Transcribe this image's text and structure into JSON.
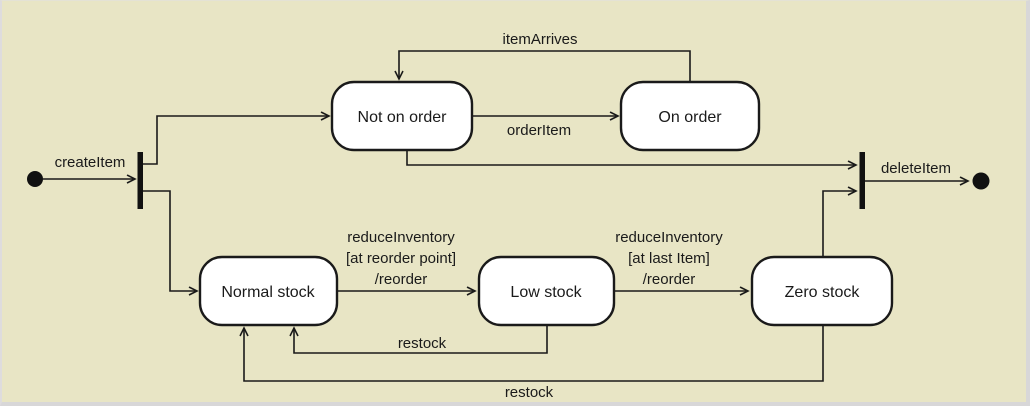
{
  "figure": {
    "kind": "uml-state-machine-diagram",
    "colors": {
      "background": "#e8e5c5",
      "line": "#1a1a1a",
      "state_fill": "#ffffff",
      "frame_edge": "#d8d7d8"
    }
  },
  "states": {
    "not_on_order": {
      "label": "Not on order"
    },
    "on_order": {
      "label": "On order"
    },
    "normal_stock": {
      "label": "Normal stock"
    },
    "low_stock": {
      "label": "Low stock"
    },
    "zero_stock": {
      "label": "Zero stock"
    }
  },
  "transitions": {
    "create_item": {
      "label": "createItem",
      "from": "initial",
      "to": "fork"
    },
    "delete_item": {
      "label": "deleteItem",
      "from": "join",
      "to": "final"
    },
    "item_arrives": {
      "label": "itemArrives",
      "from": "on_order",
      "to": "not_on_order"
    },
    "order_item": {
      "label": "orderItem",
      "from": "not_on_order",
      "to": "on_order"
    },
    "reduce_inventory_reorder_point": {
      "event": "reduceInventory",
      "guard": "[at reorder point]",
      "action": "/reorder",
      "from": "normal_stock",
      "to": "low_stock"
    },
    "reduce_inventory_last_item": {
      "event": "reduceInventory",
      "guard": "[at last Item]",
      "action": "/reorder",
      "from": "low_stock",
      "to": "zero_stock"
    },
    "restock_from_low": {
      "label": "restock",
      "from": "low_stock",
      "to": "normal_stock"
    },
    "restock_from_zero": {
      "label": "restock",
      "from": "zero_stock",
      "to": "normal_stock"
    }
  }
}
